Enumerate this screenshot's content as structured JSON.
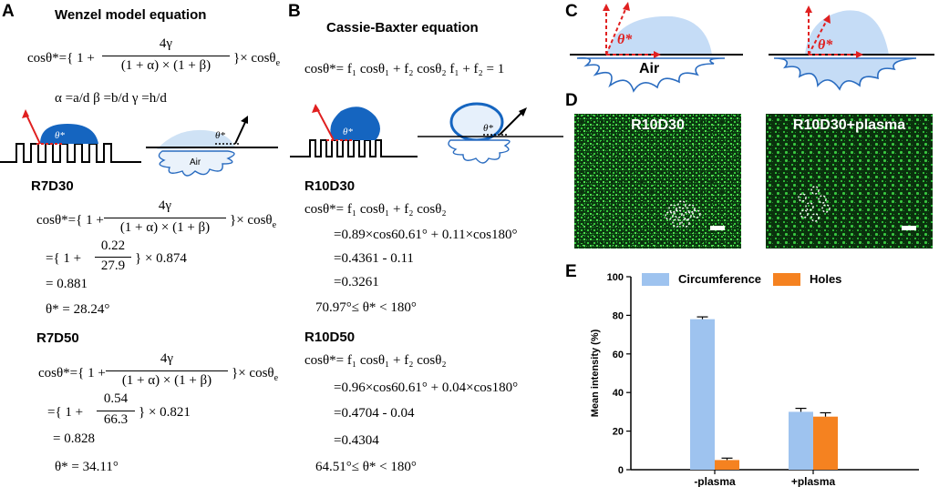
{
  "panelA": {
    "letter": "A",
    "title": "Wenzel model equation",
    "eq_lhs": "cosθ*={ 1 +",
    "eq_num": "4γ",
    "eq_den": "(1 + α) × (1 + β)",
    "eq_rhs": "}× cosθ",
    "eq_sub": "e",
    "defs": "α =a/d   β =b/d   γ =h/d",
    "theta_label": "θ*",
    "air_label": "Air",
    "s1_title": "R7D30",
    "s1_l2_a": "={ 1 +",
    "s1_l2_num": "0.22",
    "s1_l2_den": "27.9",
    "s1_l2_b": "} × 0.874",
    "s1_l3": "= 0.881",
    "s1_l4": "θ* = 28.24°",
    "s2_title": "R7D50",
    "s2_l2_num": "0.54",
    "s2_l2_den": "66.3",
    "s2_l2_b": "} × 0.821",
    "s2_l3": "= 0.828",
    "s2_l4": "θ* = 34.11°"
  },
  "panelB": {
    "letter": "B",
    "title": "Cassie-Baxter  equation",
    "eq_main": "cosθ*= f₁ cosθ₁ + f₂ cosθ₂    f₁ + f₂ = 1",
    "theta_label": "θ*",
    "s1_title": "R10D30",
    "s1_l1": "cosθ*= f₁ cosθ₁ + f₂ cosθ₂",
    "s1_l2": "=0.89×cos60.61° + 0.11×cos180°",
    "s1_l3": "=0.4361 - 0.11",
    "s1_l4": "=0.3261",
    "s1_l5": "70.97°≤  θ*  <  180°",
    "s2_title": "R10D50",
    "s2_l1": "cosθ*= f₁ cosθ₁ + f₂ cosθ₂",
    "s2_l2": "=0.96×cos60.61° + 0.04×cos180°",
    "s2_l3": "=0.4704 - 0.04",
    "s2_l4": "=0.4304",
    "s2_l5": "64.51°≤  θ*  <  180°"
  },
  "panelC": {
    "letter": "C",
    "theta_label": "θ*",
    "air_label": "Air"
  },
  "panelD": {
    "letter": "D",
    "img1_label": "R10D30",
    "img2_label": "R10D30+plasma"
  },
  "panelE": {
    "letter": "E",
    "chart_data": {
      "type": "bar",
      "categories": [
        "-plasma",
        "+plasma"
      ],
      "series": [
        {
          "name": "Circumference",
          "values": [
            78,
            30
          ],
          "errors": [
            1.2,
            1.8
          ],
          "color": "#9ec3ef"
        },
        {
          "name": "Holes",
          "values": [
            5,
            27.5
          ],
          "errors": [
            1.0,
            2.0
          ],
          "color": "#f58220"
        }
      ],
      "ylabel": "Mean intensity (%)",
      "ylim": [
        0,
        100
      ],
      "yticks": [
        0,
        20,
        40,
        60,
        80,
        100
      ],
      "legend_position": "top"
    }
  }
}
